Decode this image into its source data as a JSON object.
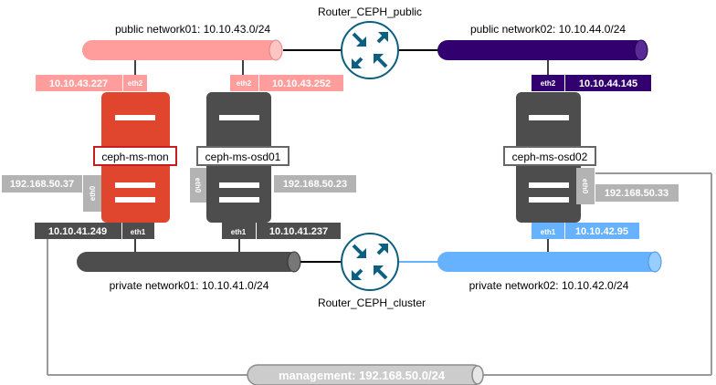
{
  "routers": {
    "public": "Router_CEPH_public",
    "cluster": "Router_CEPH_cluster"
  },
  "networks": {
    "public01": "public network01: 10.10.43.0/24",
    "public02": "public network02: 10.10.44.0/24",
    "private01": "private network01: 10.10.41.0/24",
    "private02": "private network02: 10.10.42.0/24",
    "management": "management: 192.168.50.0/24"
  },
  "servers": {
    "mon": {
      "name": "ceph-ms-mon",
      "eth2_ip": "10.10.43.227",
      "eth2": "eth2",
      "eth0_ip": "192.168.50.37",
      "eth0": "eth0",
      "eth1_ip": "10.10.41.249",
      "eth1": "eth1"
    },
    "osd01": {
      "name": "ceph-ms-osd01",
      "eth2_ip": "10.10.43.252",
      "eth2": "eth2",
      "eth0_ip": "192.168.50.23",
      "eth0": "eth0",
      "eth1_ip": "10.10.41.237",
      "eth1": "eth1"
    },
    "osd02": {
      "name": "ceph-ms-osd02",
      "eth2_ip": "10.10.44.145",
      "eth2": "eth2",
      "eth0_ip": "192.168.50.33",
      "eth0": "eth0",
      "eth1_ip": "10.10.42.95",
      "eth1": "eth1"
    }
  },
  "colors": {
    "public01": "#ff9c9c",
    "public02": "#33006f",
    "private01": "#4d4d4d",
    "private02": "#66b2ff",
    "management": "#cccccc",
    "mon_server": "#e0452e",
    "osd_server": "#4d4d4d",
    "label_gray": "#b3b3b3",
    "router_icon": "#0b5f7f"
  }
}
